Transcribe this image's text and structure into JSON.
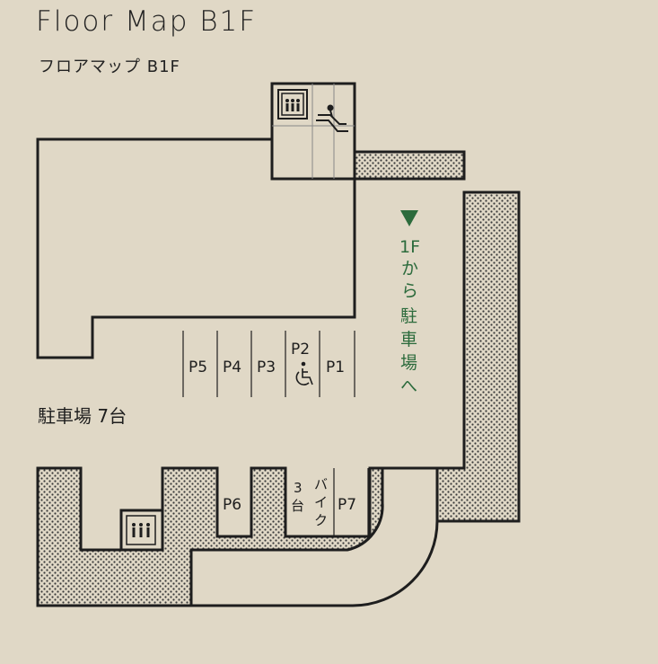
{
  "header": {
    "title": "Floor Map B1F",
    "subtitle": "フロアマップ B1F"
  },
  "map": {
    "parking_label": "駐車場 7台",
    "route_label": [
      "1F",
      "か",
      "ら",
      "駐",
      "車",
      "場",
      "へ"
    ],
    "slots": [
      "P5",
      "P4",
      "P3",
      "P2",
      "P1",
      "P6",
      "P7"
    ],
    "bike_count_label": [
      "3",
      "台"
    ],
    "bike_label": [
      "バ",
      "イ",
      "ク"
    ],
    "icons": [
      "elevator-icon",
      "escalator-icon",
      "wheelchair-icon",
      "down-arrow-icon"
    ],
    "colors": {
      "background": "#e0d8c6",
      "wall": "#1e1e1e",
      "route": "#2c6b3c"
    }
  }
}
